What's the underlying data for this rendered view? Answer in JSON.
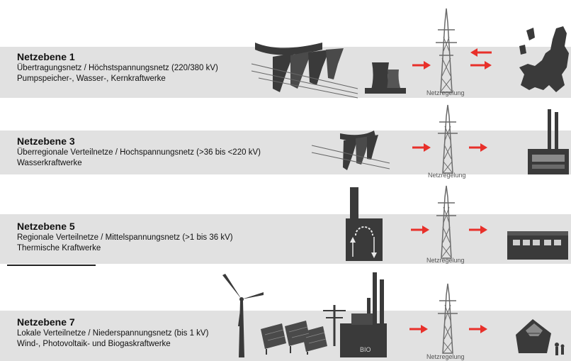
{
  "levels": [
    {
      "title": "Netzebene 1",
      "line1": "Übertragungsnetz / Höchstspannungsnetz (220/380 kV)",
      "line2": "Pumpspeicher-, Wasser-, Kernkraftwerke",
      "caption": "Netzregelung"
    },
    {
      "title": "Netzebene 3",
      "line1": "Überregionale Verteilnetze / Hochspannungsnetz (>36 bis <220 kV)",
      "line2": "Wasserkraftwerke",
      "caption": "Netzregelung"
    },
    {
      "title": "Netzebene 5",
      "line1": "Regionale Verteilnetze / Mittelspannungsnetz (>1 bis 36 kV)",
      "line2": "Thermische Kraftwerke",
      "caption": "Netzregelung"
    },
    {
      "title": "Netzebene 7",
      "line1": "Lokale Verteilnetze / Niederspannungsnetz (bis 1 kV)",
      "line2": "Wind-, Photovoltaik- und Biogaskraftwerke",
      "caption": "Netzregelung",
      "plant_label": "BIO"
    }
  ],
  "colors": {
    "band": "#e1e1e1",
    "arrow": "#e8302a",
    "dark": "#3a3a3a"
  }
}
